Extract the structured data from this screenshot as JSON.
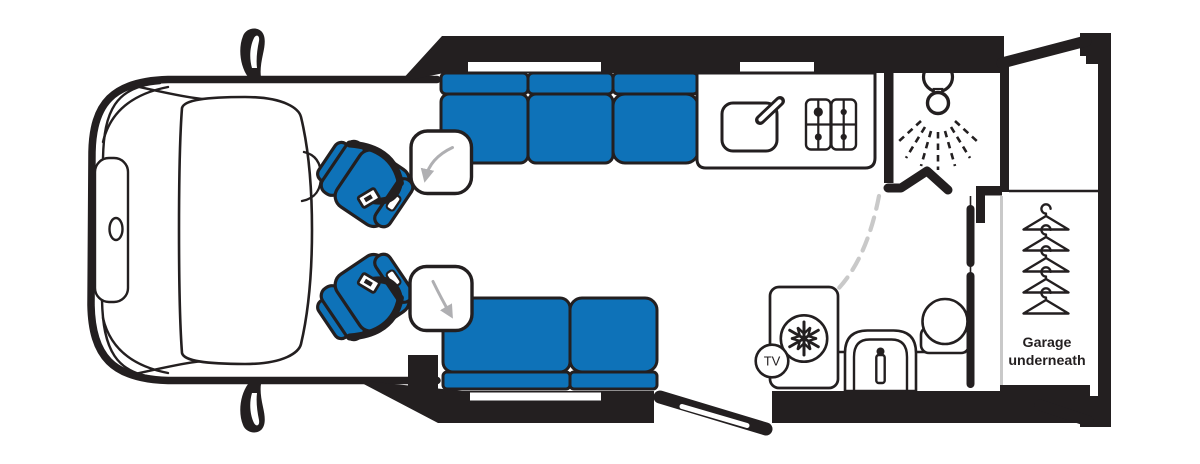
{
  "page": {
    "title": "Motorhome floor plan (top view)"
  },
  "labels": {
    "garage_line1": "Garage",
    "garage_line2": "underneath",
    "tv_badge": "TV"
  },
  "colors": {
    "upholstery": "#0E72B8",
    "outline": "#231F20",
    "swivel_arrow": "#AFAFB2",
    "door_swing": "#C9C9C9",
    "wardrobe_line": "#C9C9C9",
    "background": "#FFFFFF"
  },
  "icons": [
    "wing-mirror-icon",
    "swivel-seat-seatbelt-icon",
    "swivel-arrow-icon",
    "sink-with-tap-icon",
    "hob-4-burner-icon",
    "shower-head-icon",
    "shower-spray-icon",
    "door-swing-arc-icon",
    "snowflake-fridge-icon",
    "tv-badge",
    "washbasin-icon",
    "toilet-icon",
    "hanger-icon"
  ],
  "features": {
    "cab_swivel_seats": 2,
    "lounge_tables": 2,
    "offside_sofa_cushions": 3,
    "nearside_sofa_cushions": 2,
    "hob_burners": 4,
    "wardrobe_hangers": 5,
    "window_strips": 3,
    "open_doors": 3
  }
}
